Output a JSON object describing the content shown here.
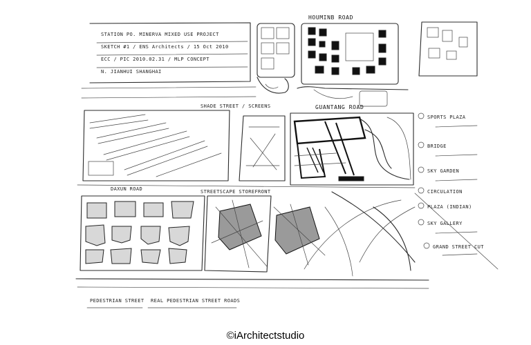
{
  "sketch": {
    "project_notes": [
      "STATION PO. MINERVA MIXED USE PROJECT",
      "SKETCH #1 / ENS Architects / 15 Oct 2010",
      "ECC / PIC 2010.02.31 / MLP CONCEPT",
      "N. JIANHUI SHANGHAI"
    ],
    "street_labels": {
      "north_road": "HOUMINB ROAD",
      "central_road": "GUANTANG ROAD",
      "west_road": "DAXUN ROAD",
      "mid_note": "SHADE STREET / SCREENS",
      "lower_mid_note": "STREETSCAPE STOREFRONT",
      "south_note_1": "PEDESTRIAN STREET",
      "south_note_2": "REAL PEDESTRIAN STREET ROADS"
    },
    "right_notes": [
      "SPORTS PLAZA",
      "BRIDGE",
      "SKY GARDEN",
      "CIRCULATION",
      "PLAZA (INDIAN)",
      "SKY GALLERY",
      "GRAND STREET CUT"
    ]
  },
  "credit": {
    "text": "©iArchitectstudio"
  }
}
